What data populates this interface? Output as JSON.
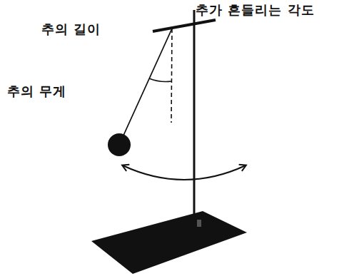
{
  "diagram": {
    "labels": [
      "추가 흔들리는 각도",
      "추의 길이",
      "추의 무게"
    ]
  }
}
